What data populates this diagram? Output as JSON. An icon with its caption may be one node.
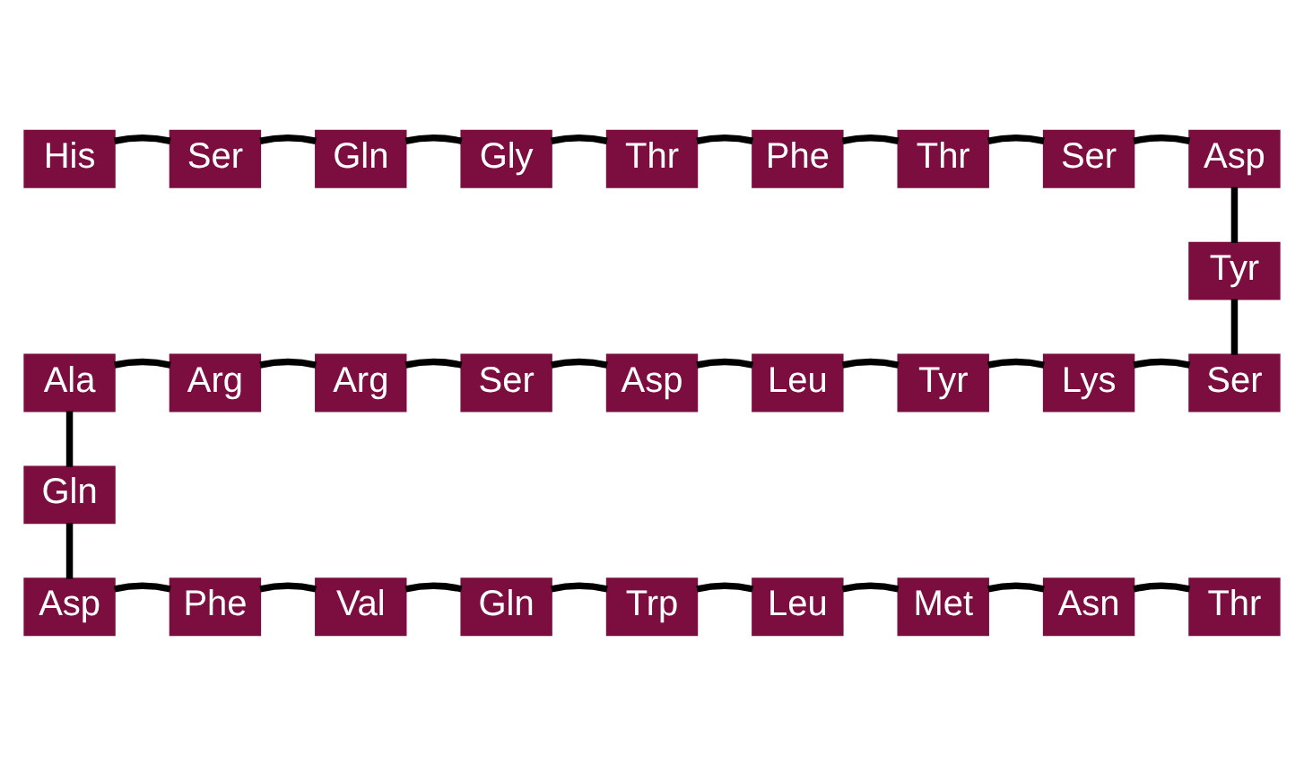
{
  "diagram": {
    "nodes": [
      {
        "text": [
          "His"
        ]
      },
      {
        "text": [
          "Ser"
        ]
      },
      {
        "text": [
          "Gln"
        ]
      },
      {
        "text": [
          "Gly"
        ]
      },
      {
        "text": [
          "Thr"
        ]
      },
      {
        "text": [
          "Phe"
        ]
      },
      {
        "text": [
          "Thr"
        ]
      },
      {
        "text": [
          "Ser"
        ]
      },
      {
        "text": [
          "Asp"
        ]
      },
      {
        "text": [
          "Tyr"
        ]
      },
      {
        "text": [
          "Ser"
        ]
      },
      {
        "text": [
          "Lys"
        ]
      },
      {
        "text": [
          "Tyr"
        ]
      },
      {
        "text": [
          "Leu"
        ]
      },
      {
        "text": [
          "Asp"
        ]
      },
      {
        "text": [
          "Ser"
        ]
      },
      {
        "text": [
          "Arg"
        ]
      },
      {
        "text": [
          "Arg"
        ]
      },
      {
        "text": [
          "Ala"
        ]
      },
      {
        "text": [
          "Gln"
        ]
      },
      {
        "text": [
          "Asp"
        ]
      },
      {
        "text": [
          "Phe"
        ]
      },
      {
        "text": [
          "Val"
        ]
      },
      {
        "text": [
          "Gln"
        ]
      },
      {
        "text": [
          "Trp"
        ]
      },
      {
        "text": [
          "Leu"
        ]
      },
      {
        "text": [
          "Met"
        ]
      },
      {
        "text": [
          "Asn"
        ]
      },
      {
        "text": [
          "Thr"
        ]
      }
    ],
    "edges": [
      {
        "from": 0,
        "to": 1,
        "arrow": "none"
      },
      {
        "from": 1,
        "to": 2,
        "arrow": "none"
      },
      {
        "from": 2,
        "to": 3,
        "arrow": "none"
      },
      {
        "from": 3,
        "to": 4,
        "arrow": "none"
      },
      {
        "from": 4,
        "to": 5,
        "arrow": "none"
      },
      {
        "from": 5,
        "to": 6,
        "arrow": "none"
      },
      {
        "from": 6,
        "to": 7,
        "arrow": "none"
      },
      {
        "from": 7,
        "to": 8,
        "arrow": "none"
      },
      {
        "from": 8,
        "to": 9,
        "arrow": "none"
      },
      {
        "from": 9,
        "to": 10,
        "arrow": "none"
      },
      {
        "from": 10,
        "to": 11,
        "arrow": "none"
      },
      {
        "from": 11,
        "to": 12,
        "arrow": "none"
      },
      {
        "from": 12,
        "to": 13,
        "arrow": "none"
      },
      {
        "from": 13,
        "to": 14,
        "arrow": "none"
      },
      {
        "from": 14,
        "to": 15,
        "arrow": "none"
      },
      {
        "from": 15,
        "to": 16,
        "arrow": "none"
      },
      {
        "from": 16,
        "to": 17,
        "arrow": "none"
      },
      {
        "from": 17,
        "to": 18,
        "arrow": "none"
      },
      {
        "from": 18,
        "to": 19,
        "arrow": "none"
      },
      {
        "from": 19,
        "to": 20,
        "arrow": "none"
      },
      {
        "from": 20,
        "to": 21,
        "arrow": "none"
      },
      {
        "from": 21,
        "to": 22,
        "arrow": "none"
      },
      {
        "from": 22,
        "to": 23,
        "arrow": "none"
      },
      {
        "from": 23,
        "to": 24,
        "arrow": "none"
      },
      {
        "from": 24,
        "to": 25,
        "arrow": "none"
      },
      {
        "from": 25,
        "to": 26,
        "arrow": "none"
      },
      {
        "from": 26,
        "to": 27,
        "arrow": "none"
      },
      {
        "from": 27,
        "to": 28,
        "arrow": "none"
      }
    ]
  }
}
